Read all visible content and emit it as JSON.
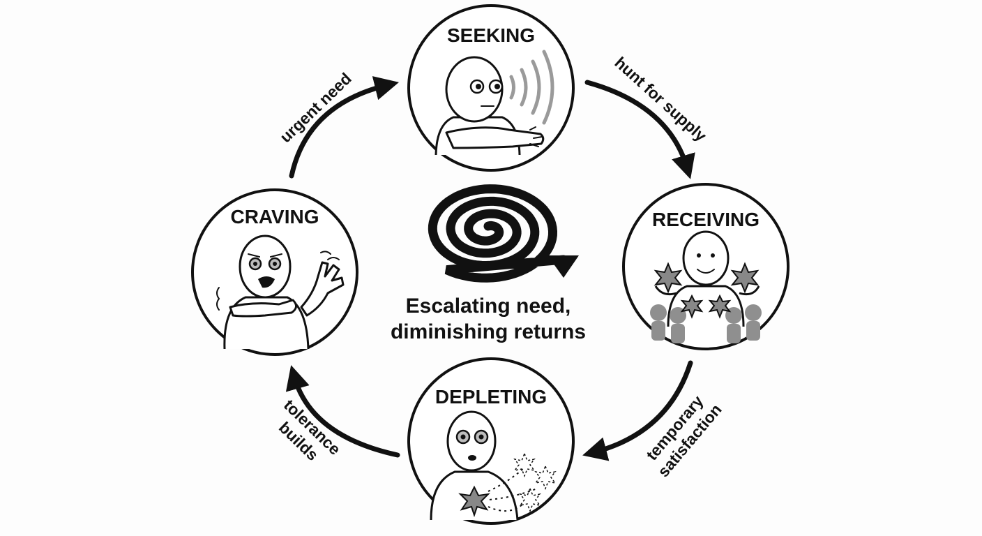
{
  "diagram": {
    "stages": {
      "seeking": "SEEKING",
      "receiving": "RECEIVING",
      "depleting": "DEPLETING",
      "craving": "CRAVING"
    },
    "transitions": {
      "seeking_to_receiving": "hunt for supply",
      "receiving_to_depleting_line1": "temporary",
      "receiving_to_depleting_line2": "satisfaction",
      "depleting_to_craving_line1": "tolerance",
      "depleting_to_craving_line2": "builds",
      "craving_to_seeking": "urgent need"
    },
    "center": {
      "line1": "Escalating need,",
      "line2": "diminishing returns"
    },
    "colors": {
      "ink": "#111111",
      "grey": "#9a9a9a",
      "crowd": "#8f8f8f",
      "background": "#fdfdfd"
    }
  }
}
